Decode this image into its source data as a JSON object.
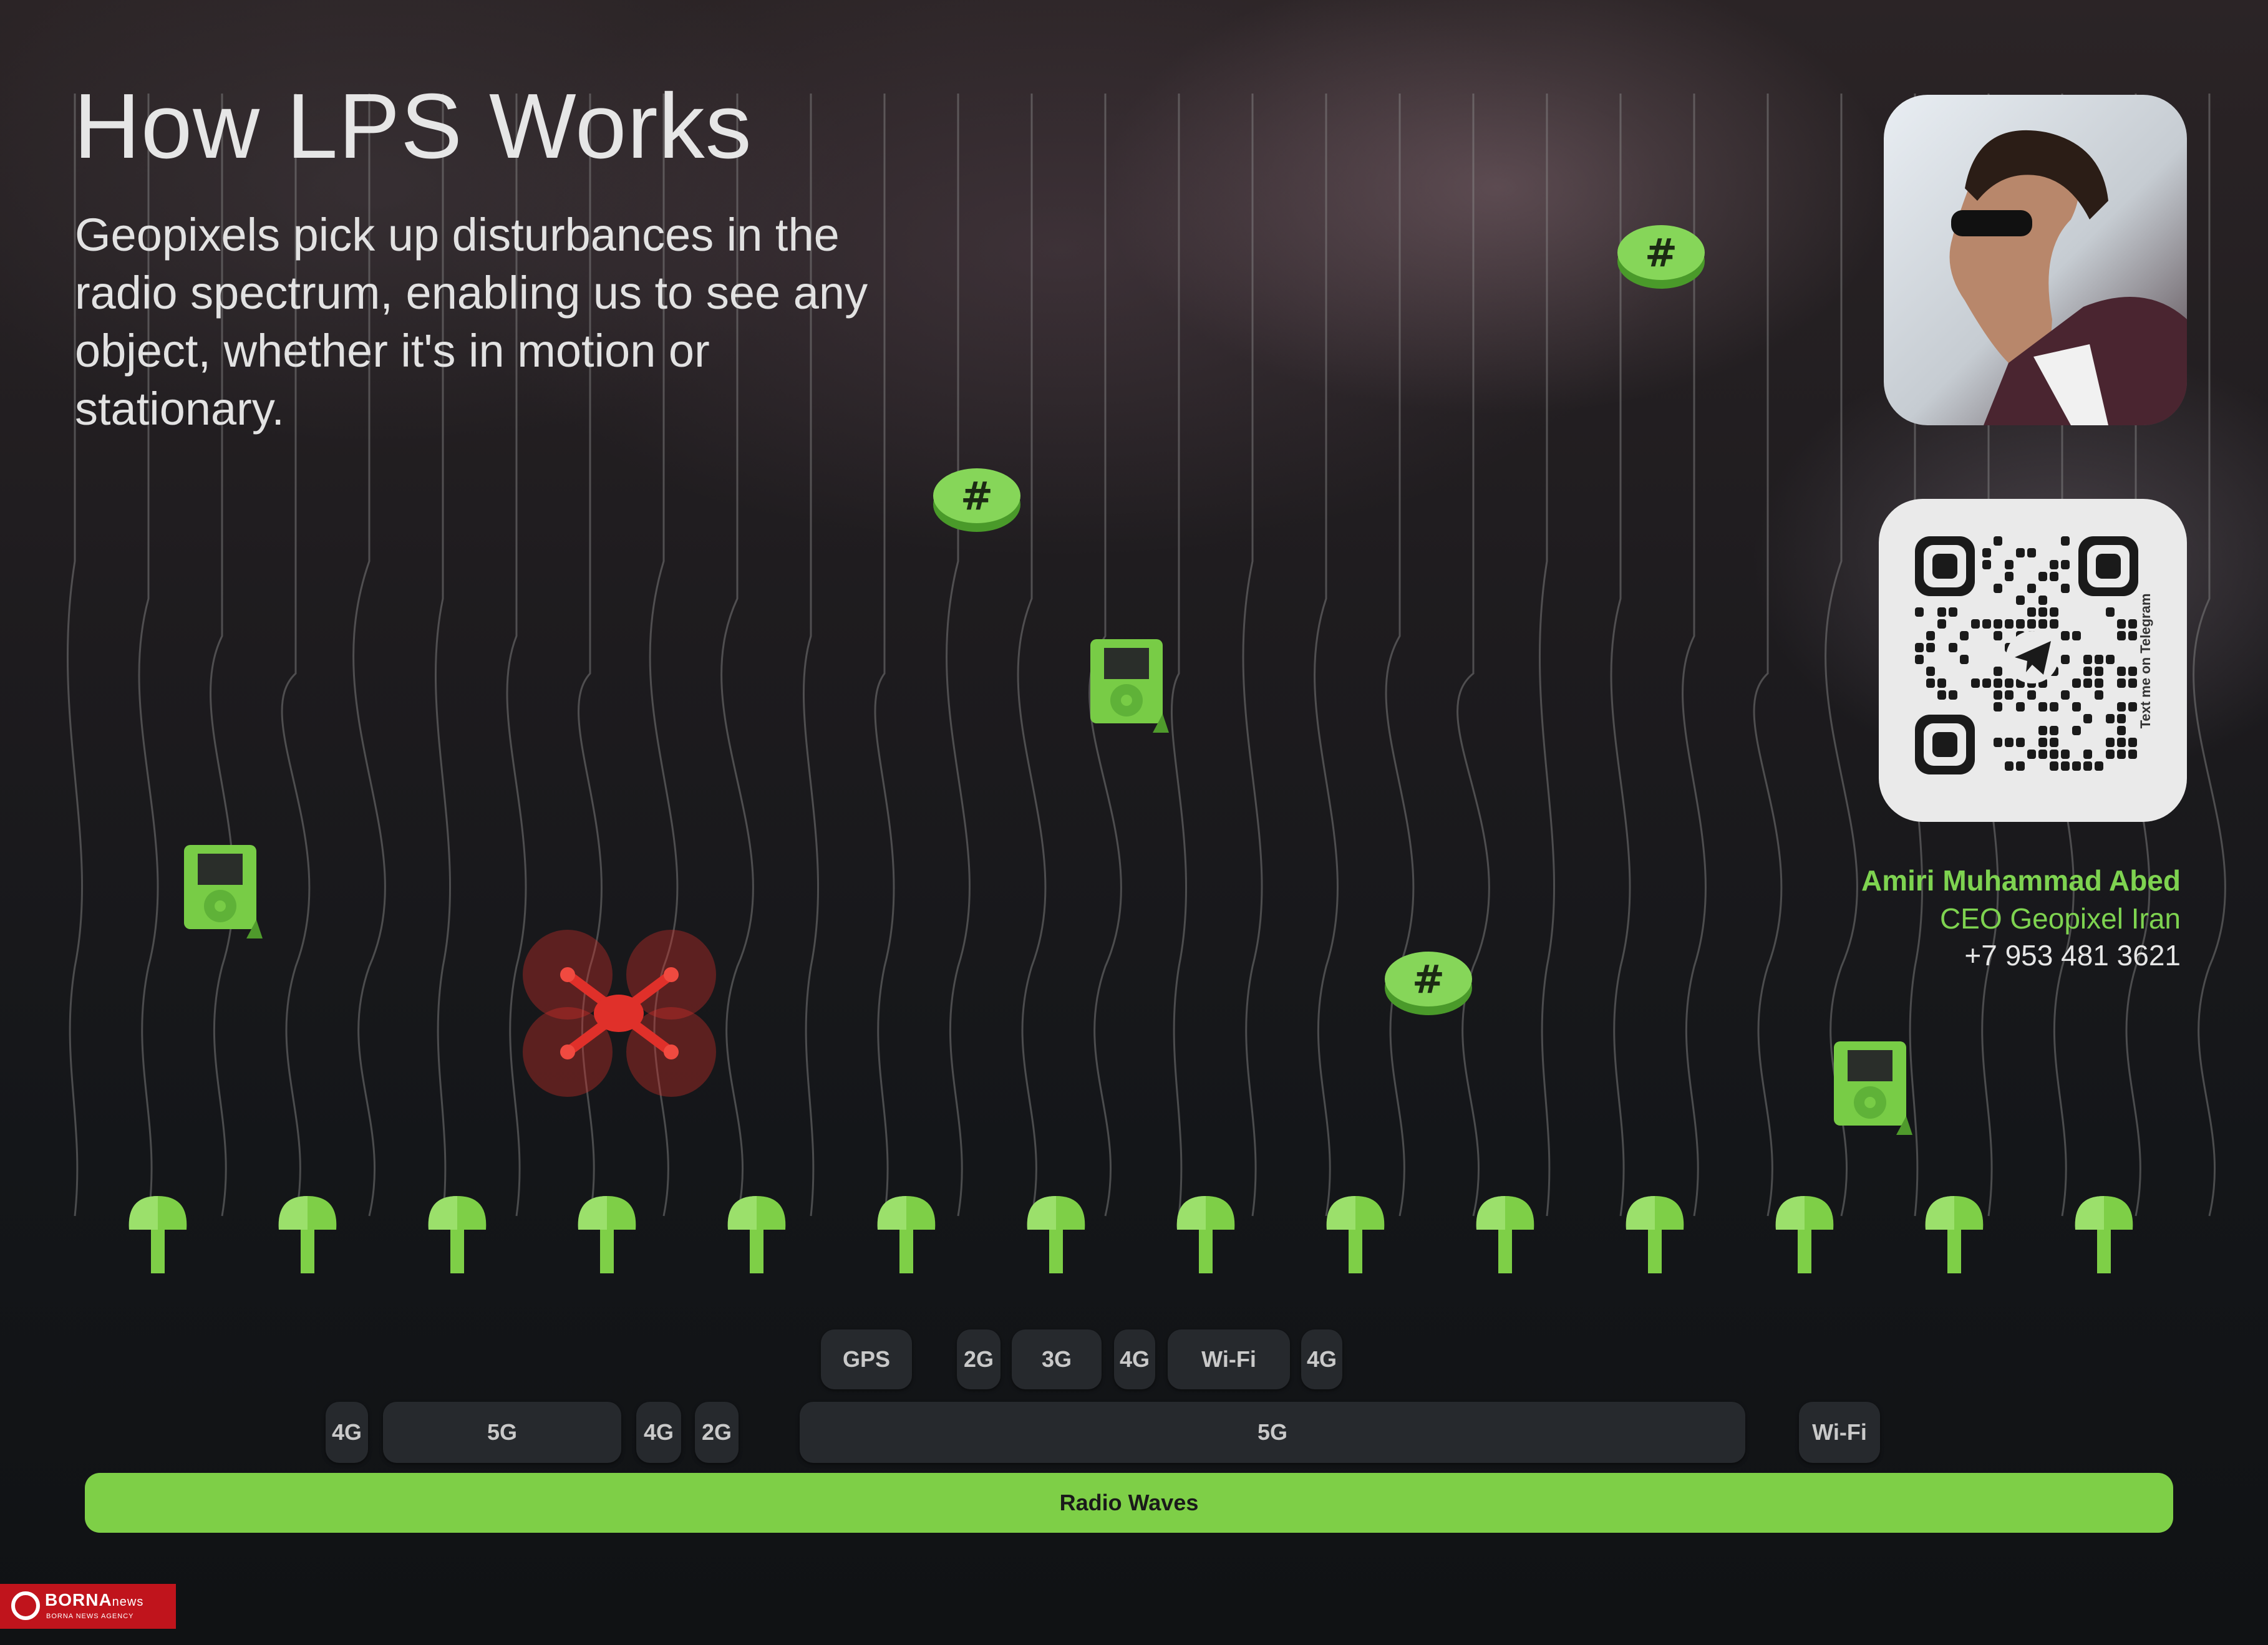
{
  "poster": {
    "title": "How LPS Works",
    "description": "Geopixels pick up disturbances in the radio spectrum, enabling us to see any object, whether it's in motion or stationary.",
    "qr_caption": "Text me on Telegram",
    "contact": {
      "name": "Amiri Muhammad Abed",
      "role": "CEO Geopixel Iran",
      "phone": "+7 953 481 3621"
    },
    "bands_row1": [
      "GPS",
      "2G",
      "3G",
      "4G",
      "Wi-Fi",
      "4G"
    ],
    "bands_row2": [
      "4G",
      "5G",
      "4G",
      "2G",
      "5G",
      "Wi-Fi"
    ],
    "base_label": "Radio Waves",
    "colors": {
      "accent_green": "#7ecf47",
      "drone_red": "#e0302a",
      "background": "#16181b"
    },
    "icons": [
      "geopixel-mushroom-icon",
      "hashtag-coin-icon",
      "music-player-icon",
      "drone-icon",
      "telegram-icon",
      "qr-code-icon"
    ]
  },
  "watermark": {
    "name": "BORNA",
    "name_suffix": "news",
    "agency": "BORNA NEWS AGENCY"
  }
}
